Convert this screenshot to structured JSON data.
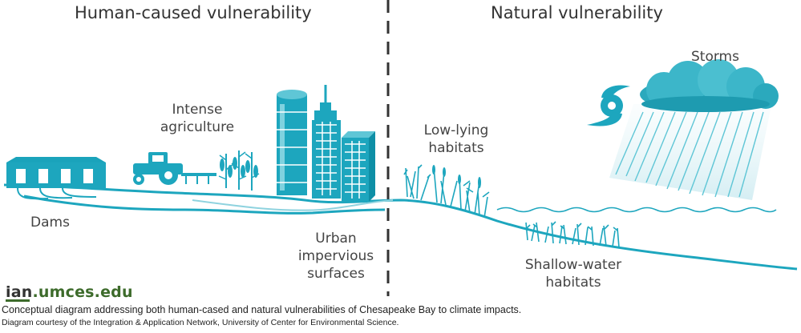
{
  "headings": {
    "left": "Human-caused vulnerability",
    "right": "Natural vulnerability"
  },
  "labels": {
    "dams": "Dams",
    "agriculture": "Intense\nagriculture",
    "urban": "Urban\nimpervious\nsurfaces",
    "low_lying": "Low-lying\nhabitats",
    "shallow_water": "Shallow-water\nhabitats",
    "storms": "Storms"
  },
  "footer": {
    "logo_prefix": "ian",
    "logo_suffix": ".umces.edu",
    "caption": "Conceptual diagram addressing both human-cased and natural vulnerabilities of Chesapeake Bay to climate impacts.",
    "credit": "Diagram courtesy of the Integration & Application Network, University of Center for Environmental Science."
  },
  "colors": {
    "accent": "#1da6be",
    "accent_dark": "#0e8fa6",
    "accent_light": "#5fc6d6",
    "cloud": "#3cb6c9",
    "rain_fill": "#dff1f5",
    "logo_green": "#3d6b2b"
  }
}
